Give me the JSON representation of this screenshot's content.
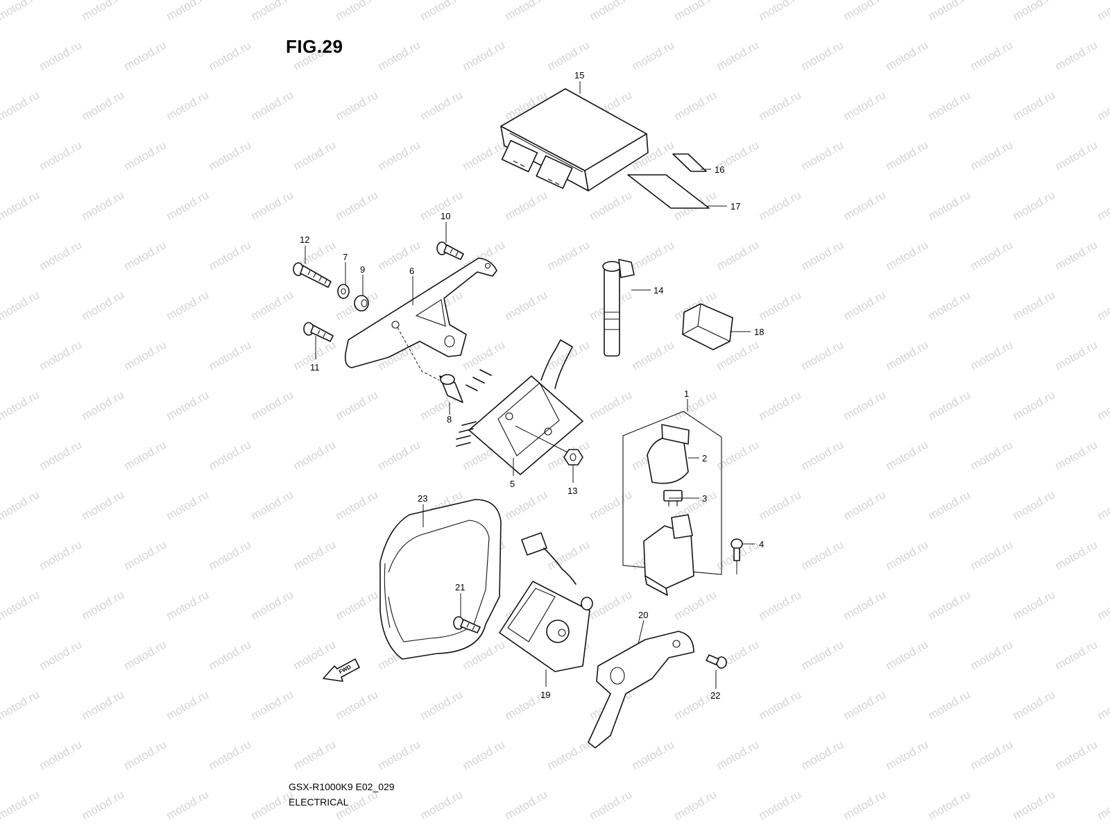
{
  "figure": {
    "title": "FIG.29",
    "model_code": "GSX-R1000K9 E02_029",
    "category": "ELECTRICAL",
    "watermark": "motod.ru",
    "fwd_label": "FWD"
  },
  "parts": [
    {
      "number": "1",
      "icon": "starter-relay-assembly-icon"
    },
    {
      "number": "2",
      "icon": "relay-cover-icon"
    },
    {
      "number": "3",
      "icon": "fuse-icon"
    },
    {
      "number": "4",
      "icon": "bolt-icon"
    },
    {
      "number": "5",
      "icon": "regulator-rectifier-icon"
    },
    {
      "number": "6",
      "icon": "bracket-icon"
    },
    {
      "number": "7",
      "icon": "washer-icon"
    },
    {
      "number": "8",
      "icon": "spacer-icon"
    },
    {
      "number": "9",
      "icon": "cushion-icon"
    },
    {
      "number": "10",
      "icon": "bolt-icon"
    },
    {
      "number": "11",
      "icon": "bolt-icon"
    },
    {
      "number": "12",
      "icon": "bolt-icon"
    },
    {
      "number": "13",
      "icon": "nut-icon"
    },
    {
      "number": "14",
      "icon": "ignition-coil-icon"
    },
    {
      "number": "15",
      "icon": "ecm-unit-icon"
    },
    {
      "number": "16",
      "icon": "pad-icon"
    },
    {
      "number": "17",
      "icon": "pad-icon"
    },
    {
      "number": "18",
      "icon": "sensor-icon"
    },
    {
      "number": "19",
      "icon": "motor-actuator-icon"
    },
    {
      "number": "20",
      "icon": "bracket-icon"
    },
    {
      "number": "21",
      "icon": "bolt-icon"
    },
    {
      "number": "22",
      "icon": "bolt-icon"
    },
    {
      "number": "23",
      "icon": "cover-icon"
    }
  ]
}
